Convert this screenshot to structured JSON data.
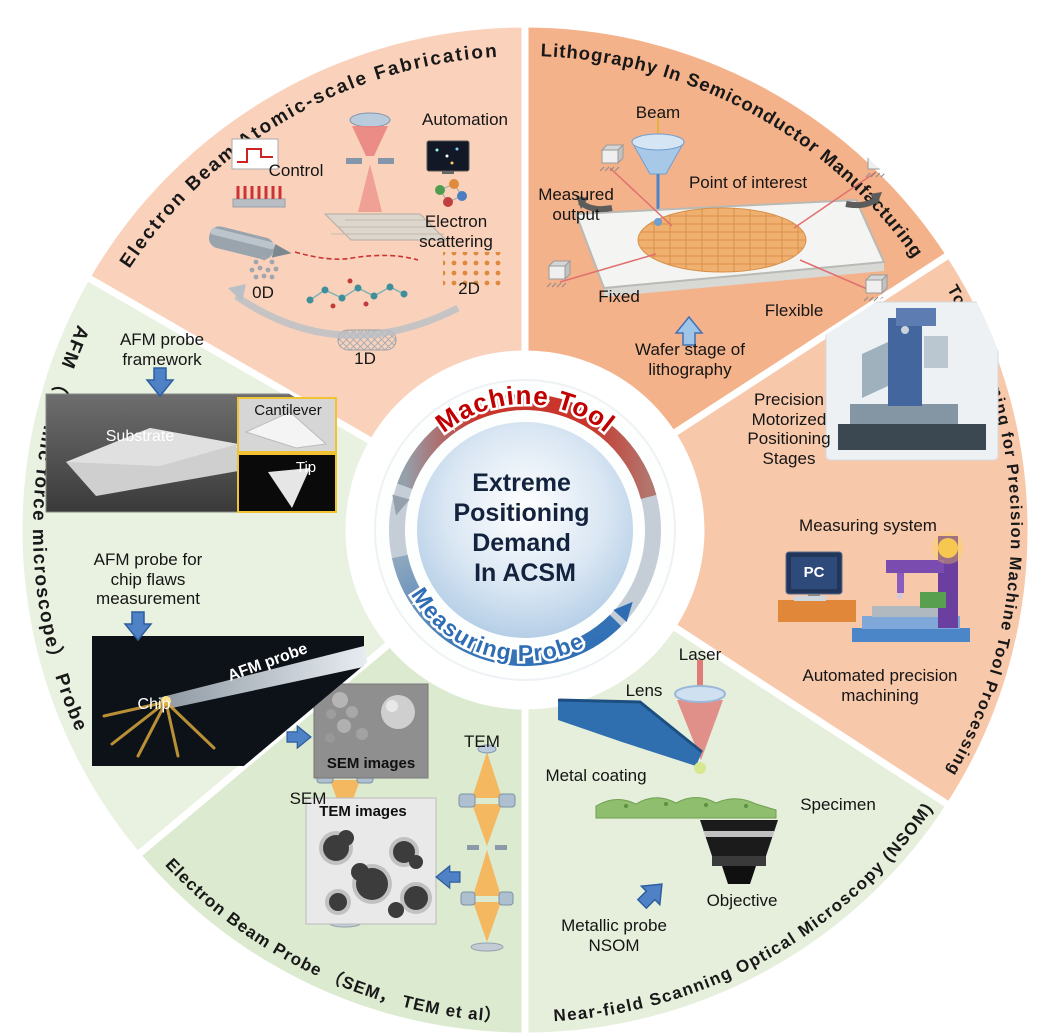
{
  "center": {
    "line1": "Extreme",
    "line2": "Positioning",
    "line3": "Demand",
    "line4": "In ACSM",
    "arc_top": "Machine Tool",
    "arc_bottom": "Measuring Probe",
    "arc_top_color": "#c00000",
    "arc_bottom_color": "#2e6db4",
    "core_text_color": "#13233e"
  },
  "sectors": {
    "fabrication": {
      "title": "Electron Beam Atomic-scale Fabrication",
      "color": "#fad2bc",
      "labels": {
        "automation": "Automation",
        "control": "Control",
        "electron_scattering": "Electron scattering",
        "zero_d": "0D",
        "one_d": "1D",
        "two_d": "2D"
      }
    },
    "lithography": {
      "title": "Lithography In Semiconductor Manufacturing",
      "color": "#f4b28a",
      "labels": {
        "beam": "Beam",
        "measured_output": "Measured output",
        "point_of_interest": "Point of interest",
        "fixed": "Fixed",
        "flexible": "Flexible",
        "wafer_stage": "Wafer stage of lithography"
      }
    },
    "tool_positioning": {
      "title": "Tool Positioning for Precision Machine Tool Processing",
      "color": "#f8c8ab",
      "labels": {
        "stages": "Precision Motorized Positioning Stages",
        "measuring_system": "Measuring system",
        "pc": "PC",
        "automated": "Automated precision machining"
      }
    },
    "nsom": {
      "title": "Near-field Scanning Optical Microscopy (NSOM)",
      "color": "#e5efdb",
      "labels": {
        "laser": "Laser",
        "lens": "Lens",
        "metal_coating": "Metal coating",
        "specimen": "Specimen",
        "objective": "Objective",
        "metallic_probe": "Metallic probe NSOM"
      }
    },
    "ebeam_probe": {
      "title": "Electron Beam Probe （SEM， TEM et al）",
      "color": "#dcead0",
      "labels": {
        "sem": "SEM",
        "tem": "TEM",
        "sem_images": "SEM images",
        "tem_images": "TEM images"
      }
    },
    "afm": {
      "title": "AFM （atomic force microscope） Probe",
      "color": "#e9f2e0",
      "labels": {
        "framework": "AFM probe framework",
        "substrate": "Substrate",
        "cantilever": "Cantilever",
        "tip": "Tip",
        "chip_flaws": "AFM probe for chip flaws measurement",
        "afm_probe": "AFM probe",
        "chip": "Chip"
      }
    }
  }
}
